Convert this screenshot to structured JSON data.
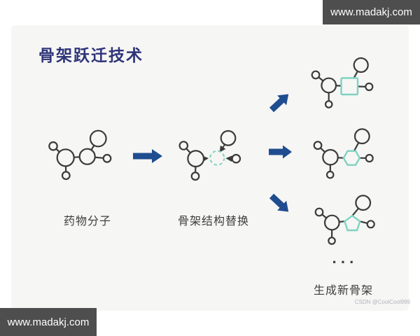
{
  "title": "骨架跃迁技术",
  "watermark": {
    "top_right": "www.madakj.com",
    "bottom_left": "www.madakj.com",
    "credit": "CSDN @CoolCool999"
  },
  "diagram": {
    "step1_label": "药物分子",
    "step2_label": "骨架结构替换",
    "result_label": "生成新骨架",
    "ellipsis": "···",
    "icons": {
      "main_arrow": "arrow-right-icon",
      "branch_top": "arrow-up-right-icon",
      "branch_middle": "arrow-right-icon",
      "branch_bottom": "arrow-down-right-icon",
      "scaffold_placeholder": "dashed-circle-icon",
      "scaffold_variants": [
        "square-ring-icon",
        "hexagon-ring-icon",
        "pentagon-ring-icon"
      ]
    }
  },
  "colors": {
    "arrow_blue": "#1f4d8f",
    "title_navy": "#2e3478",
    "scaffold_teal": "#7fd2c0",
    "molecule_outline": "#3b3b3b",
    "panel_bg": "#f6f6f5",
    "badge_bg": "#4e4e4e",
    "label_gray": "#3d3d3d",
    "credit_gray": "#b3b3bd"
  }
}
